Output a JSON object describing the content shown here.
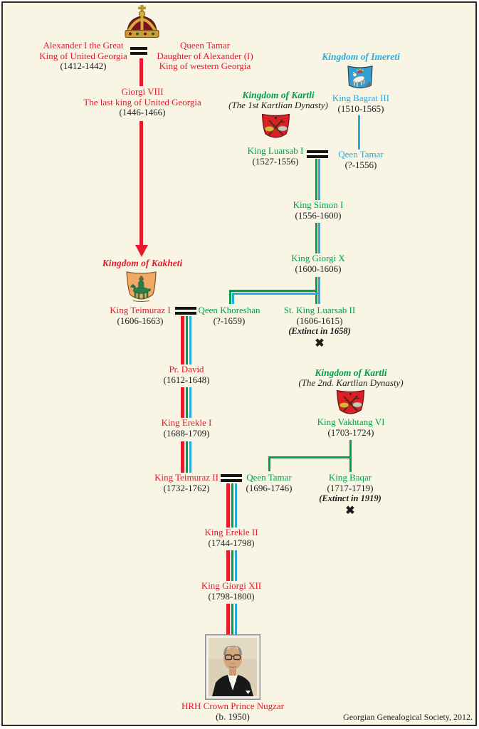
{
  "credit": "Georgian Genealogical Society, 2012.",
  "colors": {
    "text_red": "#e8192c",
    "text_green": "#00a14b",
    "text_blue": "#29abe2",
    "ink": "#1c1c1c",
    "background": "#f8f5e4",
    "kakheti_shield": "#f0a966",
    "kartli_shield": "#dc1f26",
    "imereti_shield": "#2f9fd8"
  },
  "kingdoms": {
    "imereti": {
      "label": "Kingdom of Imereti"
    },
    "kartli1": {
      "label": "Kingdom of Kartli",
      "sublabel": "(The 1st Kartlian Dynasty)"
    },
    "kakheti": {
      "label": "Kingdom of Kakheti"
    },
    "kartli2": {
      "label": "Kingdom of Kartli",
      "sublabel": "(The 2nd. Kartlian Dynasty)"
    }
  },
  "persons": {
    "alexander": {
      "name": "Alexander I the Great",
      "title": "King of United Georgia",
      "dates": "(1412-1442)"
    },
    "tamar_queen": {
      "name": "Queen Tamar",
      "line2": "Daughter of Alexander (I)",
      "line3": "King of western Georgia"
    },
    "giorgi8": {
      "name": "Giorgi VIII",
      "title": "The last king of United Georgia",
      "dates": "(1446-1466)"
    },
    "bagrat3": {
      "name": "King Bagrat III",
      "dates": "(1510-1565)"
    },
    "tamar_imereti": {
      "name": "Qeen Tamar",
      "dates": "(?-1556)"
    },
    "luarsab1": {
      "name": "King Luarsab I",
      "dates": "(1527-1556)"
    },
    "simon1": {
      "name": "King Simon I",
      "dates": "(1556-1600)"
    },
    "giorgi10": {
      "name": "King Giorgi X",
      "dates": "(1600-1606)"
    },
    "teimuraz1": {
      "name": "King Teimuraz I",
      "dates": "(1606-1663)"
    },
    "khoreshan": {
      "name": "Qeen Khoreshan",
      "dates": "(?-1659)"
    },
    "luarsab2": {
      "name": "St. King Luarsab II",
      "dates": "(1606-1615)",
      "extinct": "(Extinct in 1658)",
      "mark": "✖"
    },
    "david": {
      "name": "Pr. David",
      "dates": "(1612-1648)"
    },
    "erekle1": {
      "name": "King Erekle I",
      "dates": "(1688-1709)"
    },
    "teimuraz2": {
      "name": "King Teimuraz II",
      "dates": "(1732-1762)"
    },
    "tamar_kartli": {
      "name": "Qeen Tamar",
      "dates": "(1696-1746)"
    },
    "vakhtang6": {
      "name": "King Vakhtang VI",
      "dates": "(1703-1724)"
    },
    "baqar": {
      "name": "King Baqar",
      "dates": "(1717-1719)",
      "extinct": "(Extinct in 1919)",
      "mark": "✖"
    },
    "erekle2": {
      "name": "King Erekle II",
      "dates": "(1744-1798)"
    },
    "giorgi12": {
      "name": "King Giorgi XII",
      "dates": "(1798-1800)"
    },
    "nugzar": {
      "name": "HRH Crown Prince Nugzar",
      "dates": "(b. 1950)"
    }
  },
  "icons": {
    "crown": "royal-crown-icon",
    "imereti_arms": "imereti-coat-of-arms-icon",
    "kartli_arms": "kartli-coat-of-arms-icon",
    "kakheti_arms": "kakheti-coat-of-arms-icon",
    "portrait": "crown-prince-portrait"
  }
}
